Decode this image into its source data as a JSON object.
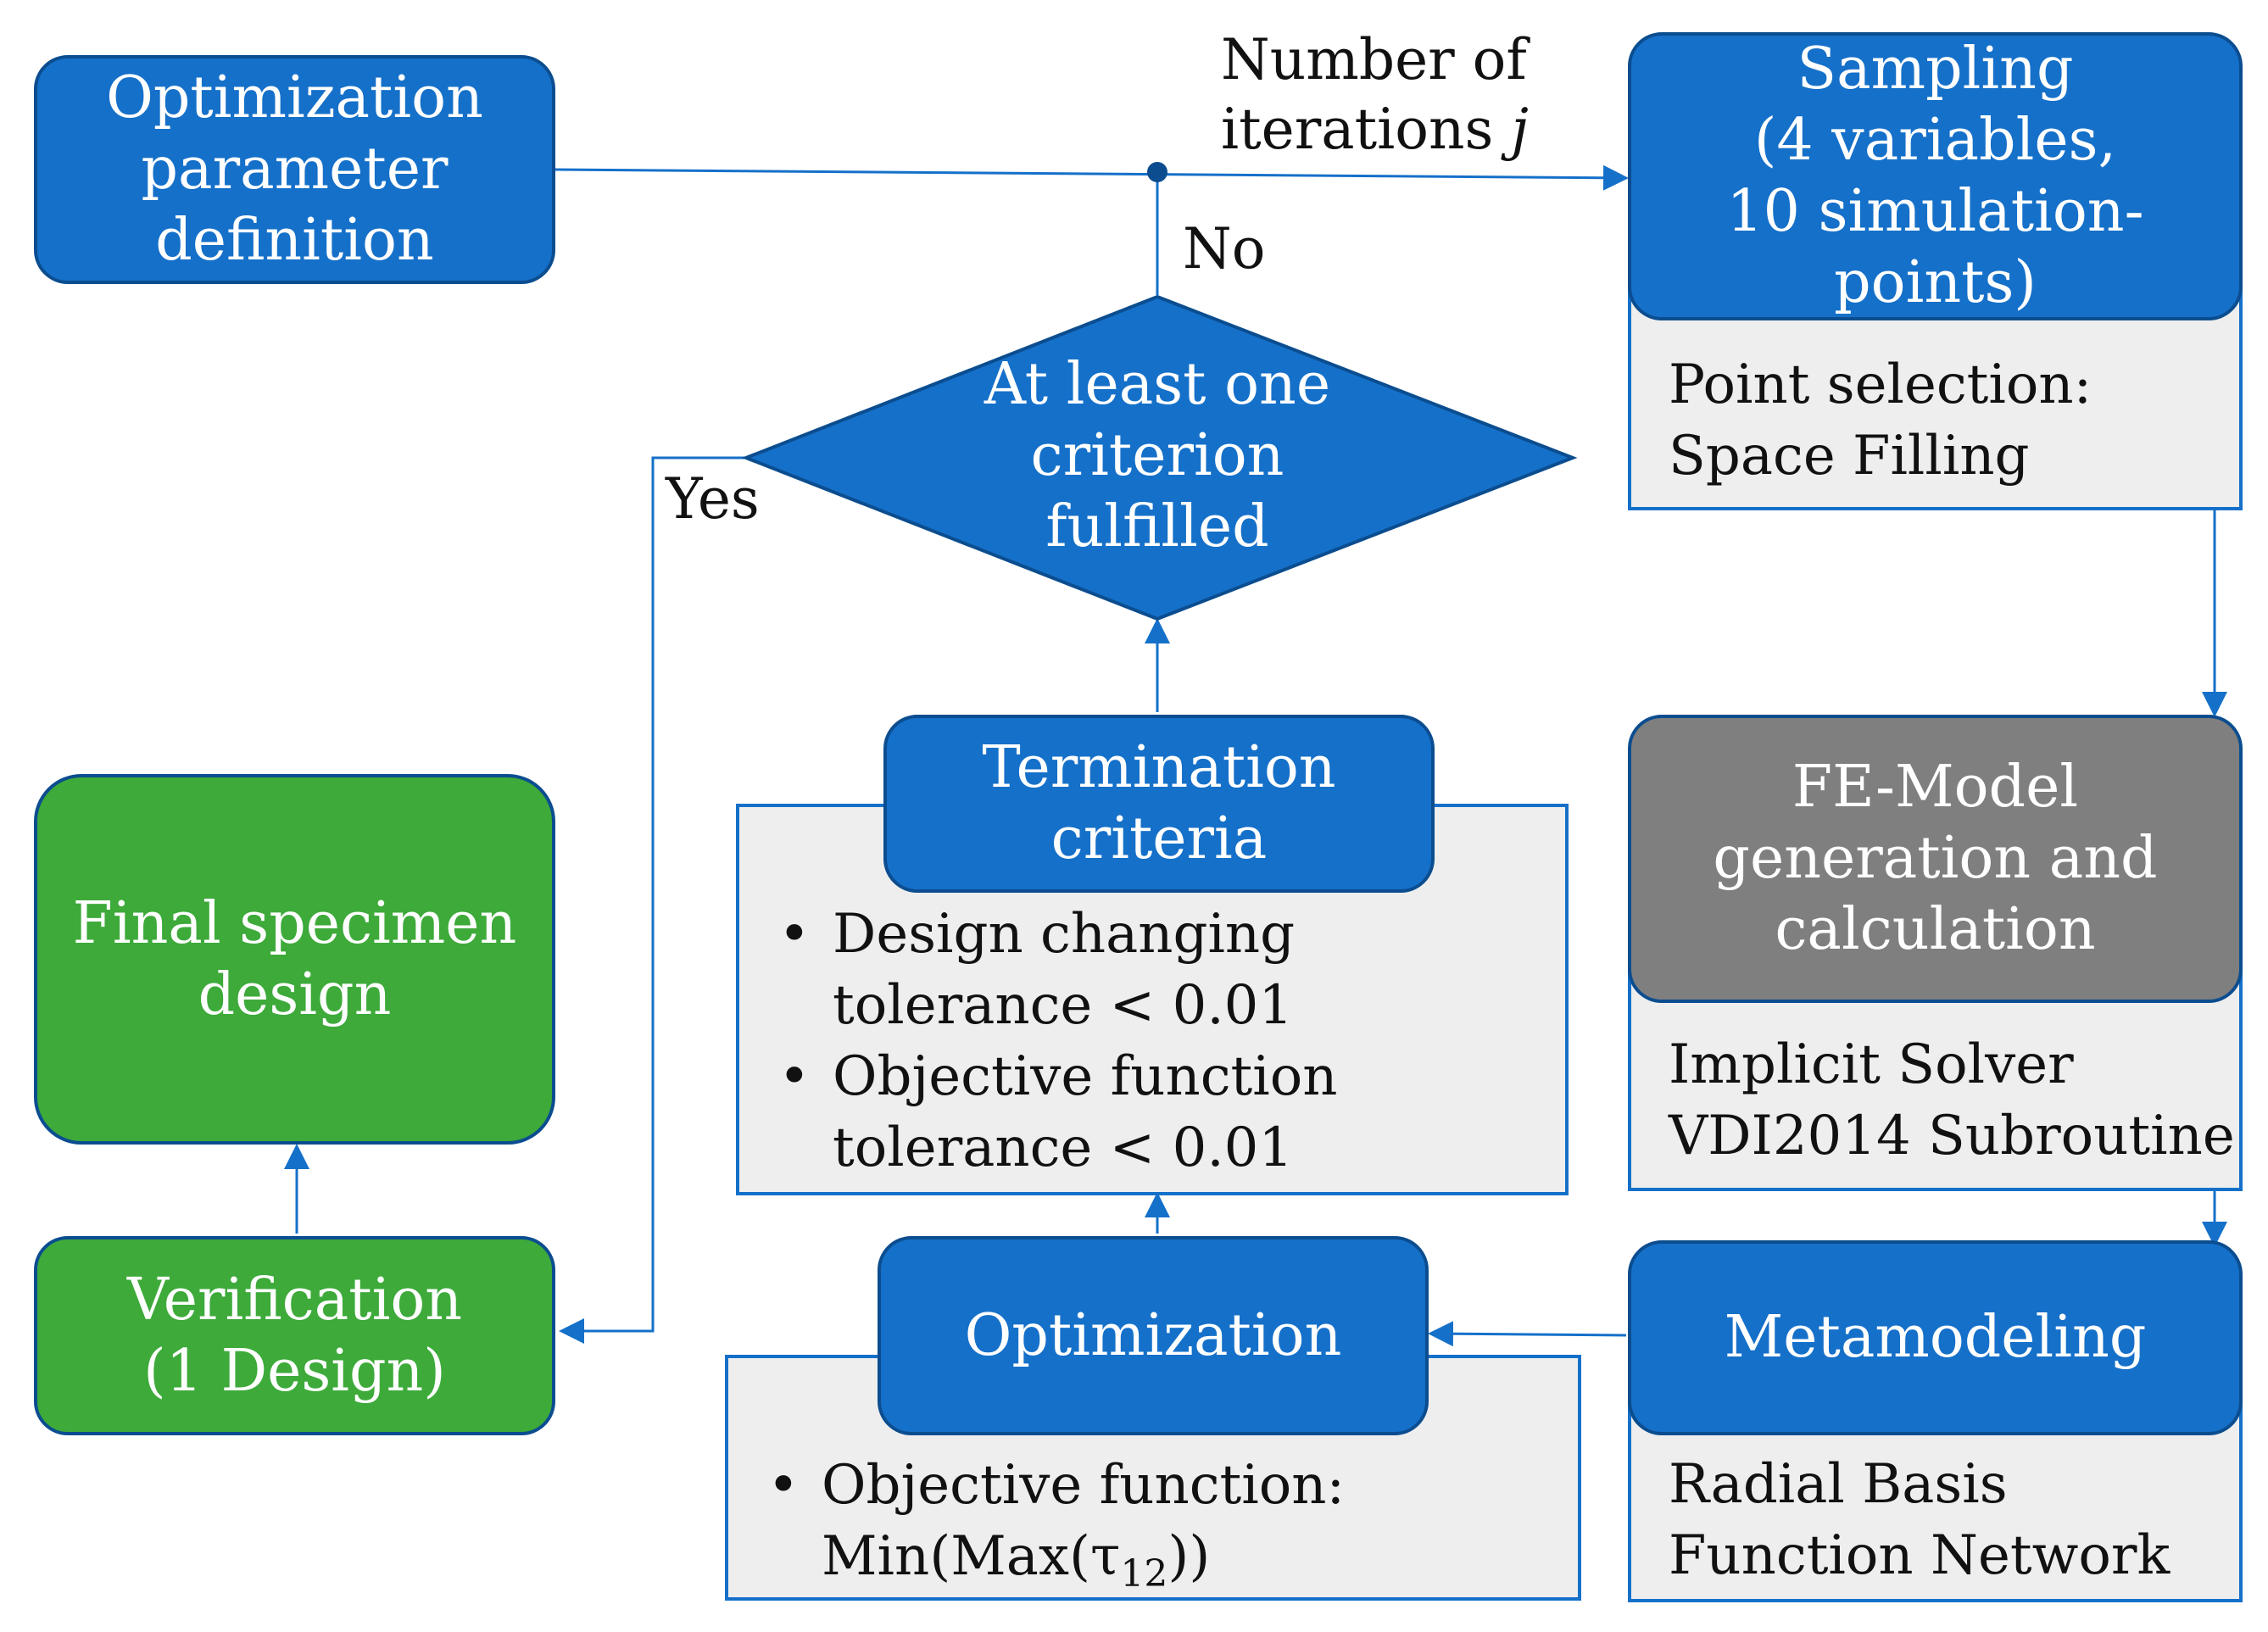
{
  "nodes": {
    "opt_param": [
      "Optimization",
      "parameter",
      "definition"
    ],
    "sampling": [
      "Sampling",
      "(4 variables,",
      "10 simulation-",
      "points)"
    ],
    "sampling_detail": [
      "Point selection:",
      "Space Filling"
    ],
    "decision": [
      "At least one",
      "criterion",
      "fulfilled"
    ],
    "termination": [
      "Termination",
      "criteria"
    ],
    "termination_items": [
      [
        "Design changing",
        "tolerance < 0.01"
      ],
      [
        "Objective function",
        "tolerance < 0.01"
      ]
    ],
    "fe_model": [
      "FE-Model",
      "generation and",
      "calculation"
    ],
    "fe_detail": [
      "Implicit Solver",
      "VDI2014 Subroutine"
    ],
    "final": [
      "Final specimen",
      "design"
    ],
    "verification": [
      "Verification",
      "(1 Design)"
    ],
    "optimization": "Optimization",
    "optimization_item": {
      "line1": "Objective function:",
      "line2_prefix": "Min(Max(τ",
      "subscript": "12",
      "line2_suffix": "))"
    },
    "metamodeling": "Metamodeling",
    "metamodeling_detail": [
      "Radial Basis",
      "Function Network"
    ]
  },
  "labels": {
    "iterations_line1": "Number of",
    "iterations_line2_prefix": "iterations ",
    "iterations_var": "j",
    "no": "No",
    "yes": "Yes"
  },
  "bullet": "•",
  "colors": {
    "primary": "#1570c9",
    "primary_border": "#0b4d8f",
    "green": "#3daa3a",
    "grey": "#7f7f7f",
    "panel": "#eeeeee"
  }
}
